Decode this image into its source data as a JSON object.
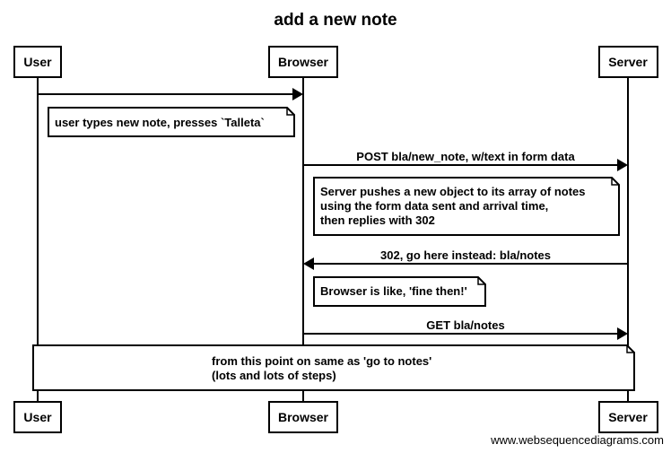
{
  "title": "add a new note",
  "actors": {
    "user": "User",
    "browser": "Browser",
    "server": "Server"
  },
  "messages": [
    {
      "from": "User",
      "to": "Browser",
      "label": ""
    },
    {
      "from": "Browser",
      "to": "Server",
      "label": "POST bla/new_note, w/text in form data"
    },
    {
      "from": "Server",
      "to": "Browser",
      "label": "302, go here instead: bla/notes"
    },
    {
      "from": "Browser",
      "to": "Server",
      "label": "GET bla/notes"
    }
  ],
  "notes": {
    "user_note": [
      "user types new note, presses `Talleta`"
    ],
    "server_note": [
      "Server pushes a new object to its array of notes",
      "using the form data sent and arrival time,",
      "then replies with 302"
    ],
    "browser_note": [
      "Browser is like, 'fine then!'"
    ],
    "final_note": [
      "from this point on same as 'go to notes'",
      "(lots and lots of steps)"
    ]
  },
  "footer": "www.websequencediagrams.com"
}
